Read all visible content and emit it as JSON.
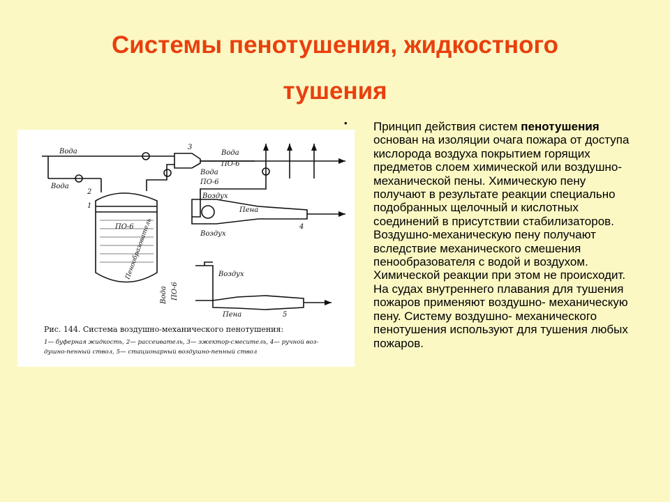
{
  "slide": {
    "title_line1": "Системы пенотушения, жидкостного",
    "title_line2": "тушения",
    "bullet": "•",
    "body_intro": "Принцип действия систем ",
    "body_bold": "пенотушения",
    "body_rest": " основан на изоляции очага пожара от доступа кислорода воздуха покрытием горящих предметов слоем химической или воздушно-механической пены. Химическую пену получают в результате реакции специально подобранных щелочный и кислотных соединений в присутствии стабилизаторов. Воздушно-механическую пену получают вследствие механического смешения пенообразователя с водой и воздухом. Химической реакции при этом не происходит. На судах внутреннего плавания для тушения пожаров применяют воздушно- механическую пену. Систему воздушно- механического пенотушения используют для тушения любых пожаров."
  },
  "figure": {
    "caption_line1": "Рис. 144. Система воздушно-механического пенотушения:",
    "caption_line2": "1— буферная жидкость, 2— рассеиватель, 3— эжектор-смеситель, 4— ручной воз-",
    "caption_line3": "душно-пенный ствол, 5— стационарный воздушно-пенный ствол",
    "labels": {
      "voda_top": "Вода",
      "voda_left": "Вода",
      "voda_right": "Вода",
      "po6_right": "ПО-6",
      "voda_mid": "Вода",
      "po6_mid": "ПО-6",
      "vozdukh_mid": "Воздух",
      "pena_mid": "Пена",
      "vozdukh_bottom": "Воздух",
      "po6_tank": "ПО-6",
      "penoobr": "Пенообразователь",
      "num1": "1",
      "num2": "2",
      "num3": "3",
      "num4": "4",
      "num5": "5",
      "voda_lower": "Вода",
      "po6_lower": "ПО-6",
      "vozdukh_lower": "Воздух",
      "pena_lower": "Пена"
    }
  }
}
